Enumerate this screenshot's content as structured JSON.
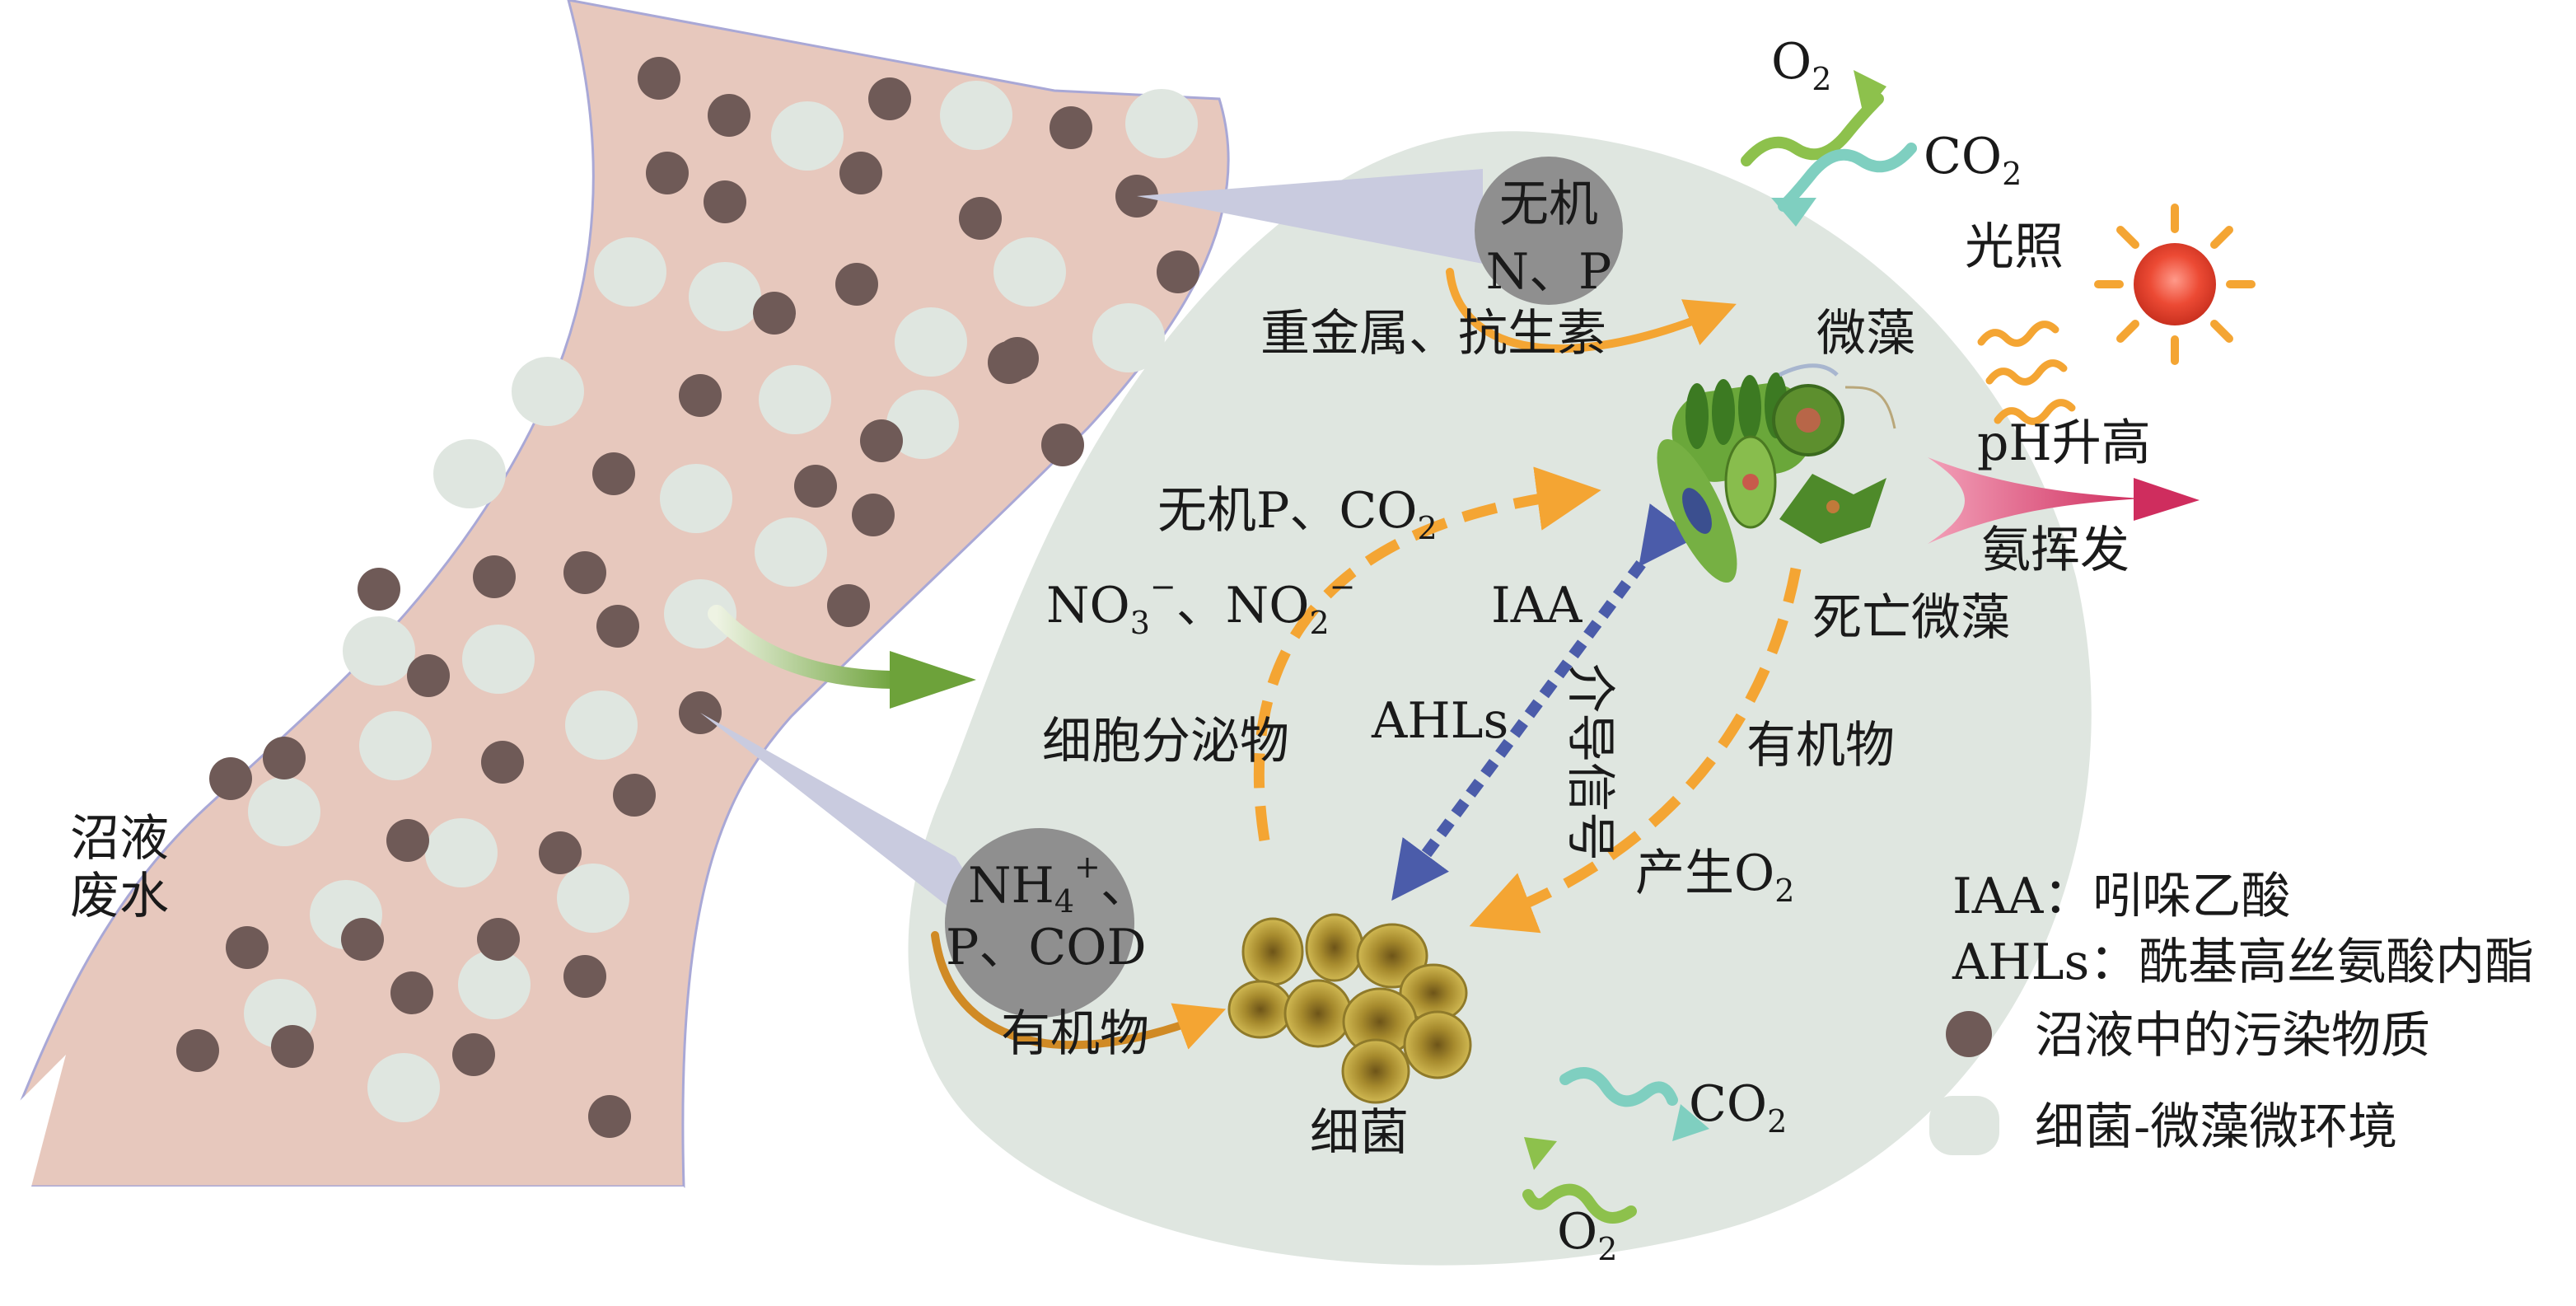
{
  "colors": {
    "wastewater_fill": "#e7c8bd",
    "wastewater_edge": "#a9a8d6",
    "pollutant_dot": "#6f5a57",
    "microenvironment": "#dfe6e0",
    "cone": "#c9cbdf",
    "nutrient_circle": "#8f8f8f",
    "orange_arrow": "#f4a533",
    "dashed_blue": "#4b5caa",
    "green_gas": "#8dc14c",
    "teal_gas": "#7fcfc0",
    "sun": "#ec4a34",
    "sun_rays": "#f4a533",
    "ph_arrow": "#cf2d5e",
    "algae_green": "#5e9a34",
    "bacteria": "#c3aa3f"
  },
  "icons": [
    "sun-icon",
    "algae-cluster-icon",
    "bacteria-cluster-icon",
    "light-wave-icon"
  ],
  "labels": {
    "wastewater": [
      "沼液",
      "废水"
    ],
    "inorganic_np": [
      "无机",
      "N、P"
    ],
    "heavy_metals": "重金属、抗生素",
    "microalgae": "微藻",
    "light": "光照",
    "ph_rise_1": "pH升高",
    "ph_rise_2": "氨挥发",
    "dead_algae": "死亡微藻",
    "inorganic_p_co2": {
      "main": "无机P、CO",
      "sub": "2"
    },
    "no3_no2": {
      "a": "NO",
      "a_sub": "3",
      "a_sup": "−",
      "mid": "、NO",
      "b_sub": "2",
      "b_sup": "−"
    },
    "iaa": "IAA",
    "ahls": "AHLs",
    "mediator": "介导信号",
    "cell_secretion": "细胞分泌物",
    "organic_right": "有机物",
    "produce_o2": {
      "main": "产生O",
      "sub": "2"
    },
    "nh4_cod": {
      "nh": "NH",
      "nh_sub": "4",
      "nh_sup": "+",
      "nh_tail": "、",
      "line2": "P、COD"
    },
    "organic_left": "有机物",
    "bacteria": "细菌",
    "o2_top": {
      "main": "O",
      "sub": "2"
    },
    "co2_top": {
      "main": "CO",
      "sub": "2"
    },
    "co2_bottom": {
      "main": "CO",
      "sub": "2"
    },
    "o2_bottom": {
      "main": "O",
      "sub": "2"
    }
  },
  "legend": {
    "iaa_def": "IAA：吲哚乙酸",
    "ahls_def": "AHLs：酰基高丝氨酸内酯",
    "pollutant": "沼液中的污染物质",
    "microenv": "细菌-微藻微环境"
  }
}
